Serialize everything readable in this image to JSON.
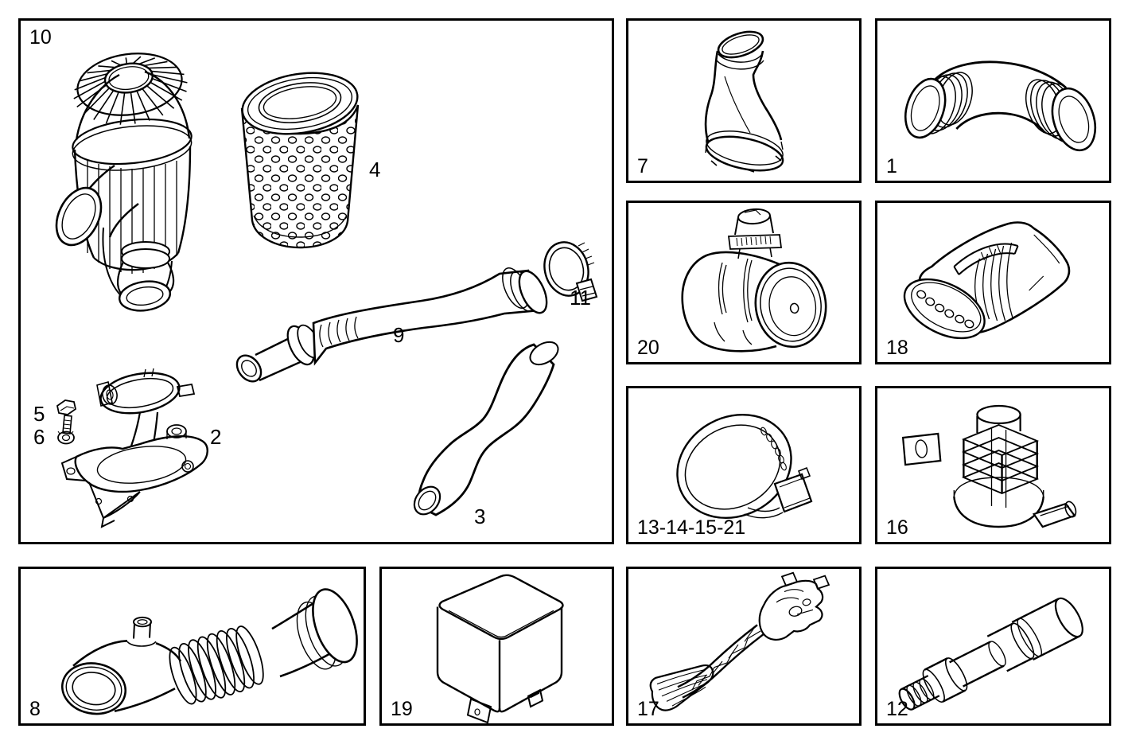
{
  "page": {
    "background": "#ffffff",
    "line_color": "#000000"
  },
  "panels": {
    "main": {
      "label": "10",
      "items": {
        "filter": "4",
        "hose": "9",
        "clamp": "11",
        "bracket": "2",
        "bolt": "5",
        "nut": "6",
        "s_hose": "3"
      }
    },
    "duct": {
      "label": "7"
    },
    "elbow": {
      "label": "1"
    },
    "air_flow_meter": {
      "label": "20"
    },
    "connector": {
      "label": "18"
    },
    "clamp_set": {
      "label": "13-14-15-21"
    },
    "valve": {
      "label": "16"
    },
    "flex_hose": {
      "label": "8"
    },
    "relay": {
      "label": "19"
    },
    "pedal": {
      "label": "17"
    },
    "sleeve": {
      "label": "12"
    }
  }
}
